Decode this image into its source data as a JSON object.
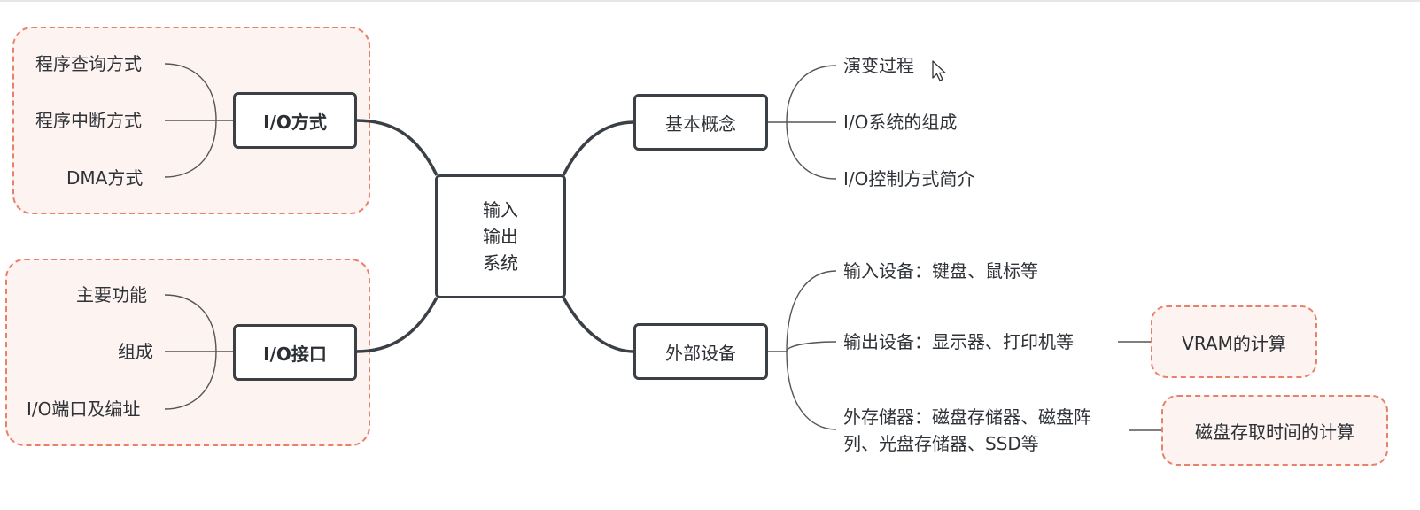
{
  "root": {
    "lines": [
      "输入",
      "输出",
      "系统"
    ]
  },
  "left_branches": [
    {
      "label": "I/O方式",
      "leaves": [
        "程序查询方式",
        "程序中断方式",
        "DMA方式"
      ]
    },
    {
      "label": "I/O接口",
      "leaves": [
        "主要功能",
        "组成",
        "I/O端口及编址"
      ]
    }
  ],
  "right_branches": [
    {
      "label": "基本概念",
      "leaves": [
        "演变过程",
        "I/O系统的组成",
        "I/O控制方式简介"
      ]
    },
    {
      "label": "外部设备",
      "leaves": [
        "输入设备：键盘、鼠标等",
        "输出设备：显示器、打印机等",
        "外存储器：磁盘存储器、磁盘阵列、光盘存储器、SSD等"
      ]
    }
  ],
  "sub_nodes": {
    "vram": "VRAM的计算",
    "disk": "磁盘存取时间的计算"
  },
  "colors": {
    "accent_dashed": "#e8806a",
    "group_fill": "#fdf3f0",
    "node_border": "#3b4046"
  },
  "icons": {
    "cursor": "mouse-pointer-icon"
  }
}
